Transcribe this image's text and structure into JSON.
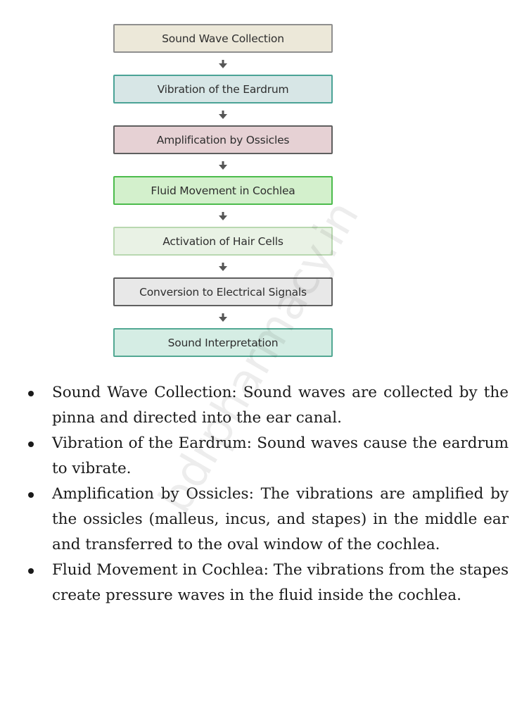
{
  "flowchart": {
    "steps": [
      {
        "label": "Sound Wave Collection",
        "fill": "#ece8d9",
        "border": "#8f8f8f"
      },
      {
        "label": "Vibration of the Eardrum",
        "fill": "#d7e6e6",
        "border": "#4aa396"
      },
      {
        "label": "Amplification by Ossicles",
        "fill": "#e6d1d4",
        "border": "#5f5f5f"
      },
      {
        "label": "Fluid Movement in Cochlea",
        "fill": "#d3f0cc",
        "border": "#4cbc4c"
      },
      {
        "label": "Activation of Hair Cells",
        "fill": "#e9f2e5",
        "border": "#b9d8b0"
      },
      {
        "label": "Conversion to Electrical Signals",
        "fill": "#e8e8e8",
        "border": "#5f5f5f"
      },
      {
        "label": "Sound Interpretation",
        "fill": "#d5ede4",
        "border": "#52a893"
      }
    ],
    "arrow_color": "#555555"
  },
  "bullets": [
    "Sound Wave Collection: Sound waves are collected by the pinna and directed into the ear canal.",
    "Vibration of the Eardrum: Sound waves cause the eardrum to vibrate.",
    "Amplification by Ossicles: The vibrations are amplified by the ossicles (malleus, incus, and stapes) in the middle ear and transferred to the oval window of the cochlea.",
    "Fluid Movement in Cochlea: The vibrations from the stapes create pressure waves in the fluid inside the cochlea."
  ],
  "watermark": "bdrpharmacy.in"
}
